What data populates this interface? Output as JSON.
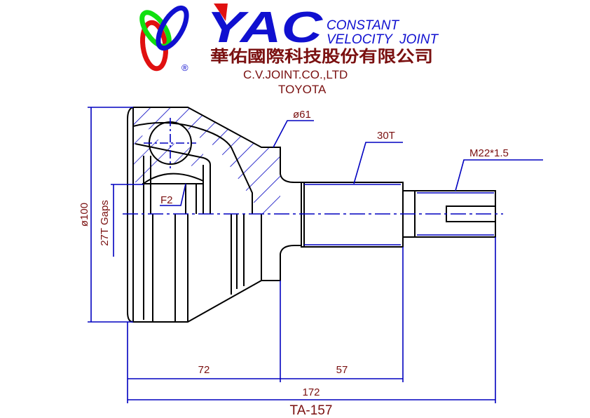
{
  "header": {
    "brand": "YAC",
    "tagline_line1": "CONSTANT",
    "tagline_line2": "VELOCITY  JOINT",
    "company_chinese": "華佑國際科技股份有限公司",
    "company_english": "C.V.JOINT.CO.,LTD",
    "make": "TOYOTA",
    "registered_mark": "®"
  },
  "colors": {
    "outline": "#000000",
    "dimension": "#0000c0",
    "text": "#7a1010",
    "logo_blue": "#1010d0",
    "logo_red": "#e01010",
    "logo_green": "#10e010"
  },
  "drawing": {
    "outer_diameter": "ø100",
    "abs_gaps": "27T Gaps",
    "seal_diameter": "ø61",
    "spline": "30T",
    "thread": "M22*1.5",
    "fit_code": "F2",
    "dim_housing_length": "72",
    "dim_shaft_length": "57",
    "dim_total_length": "172",
    "part_number": "TA-157"
  }
}
